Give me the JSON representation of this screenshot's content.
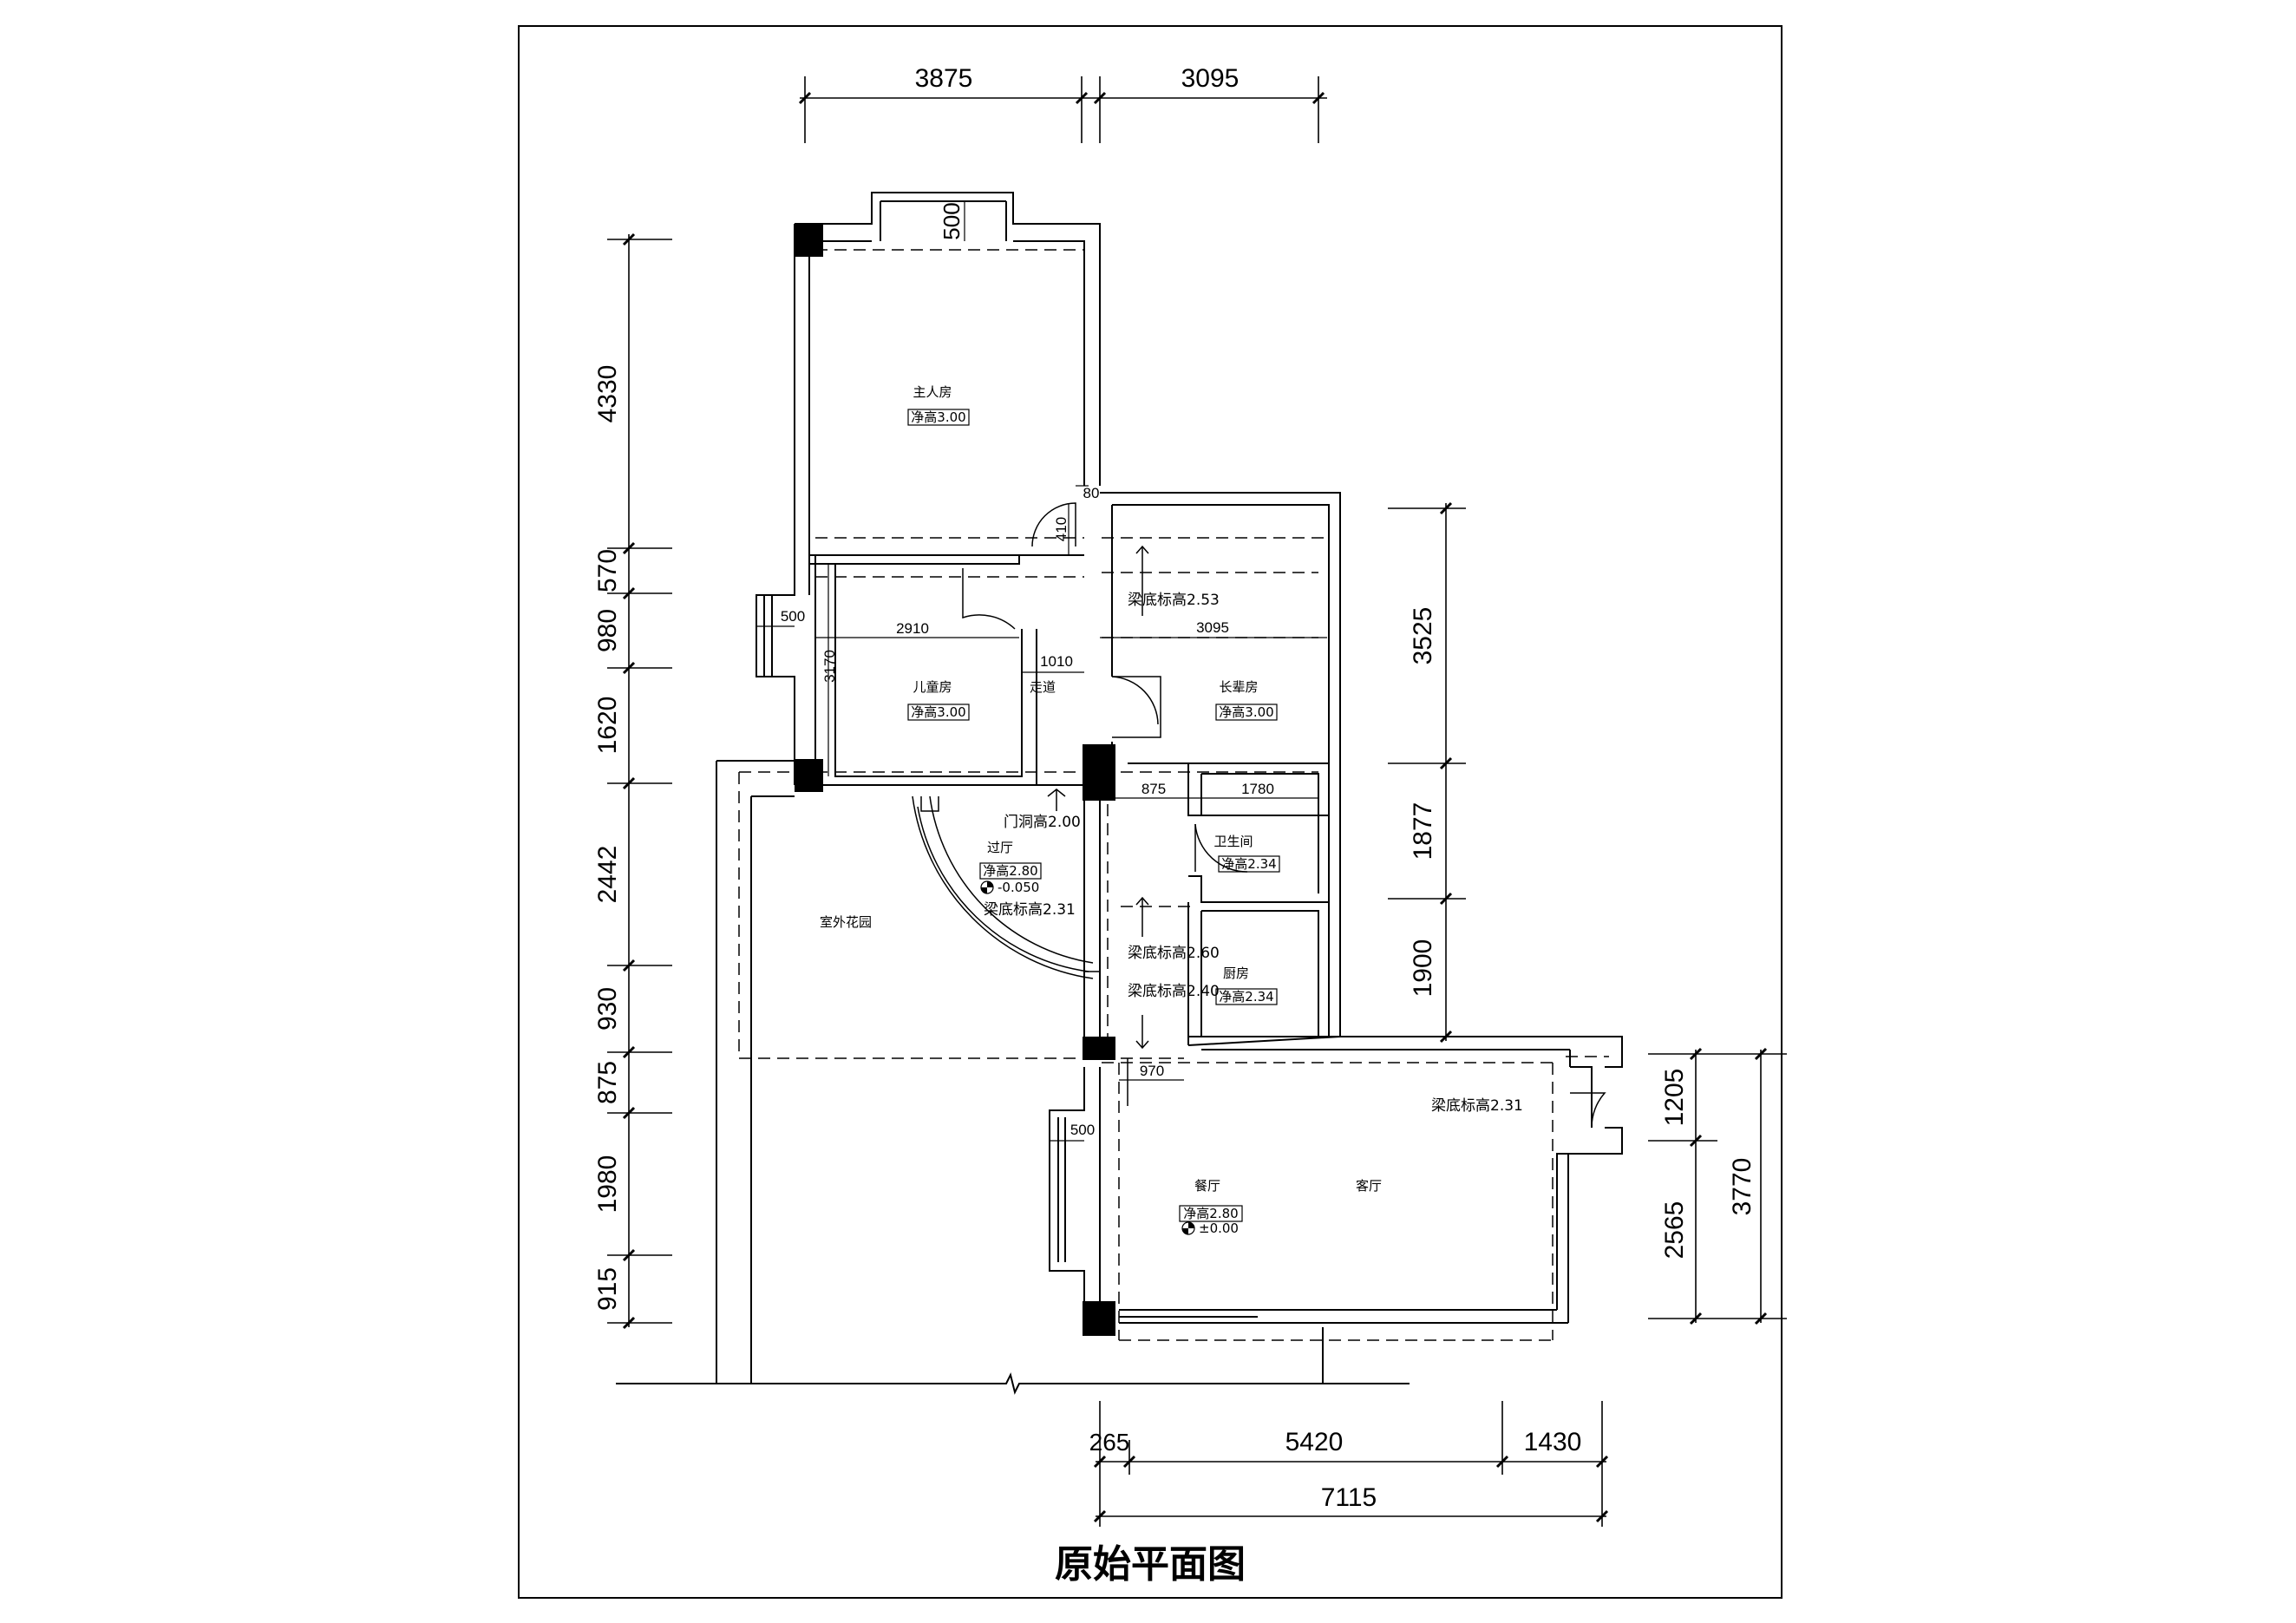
{
  "drawing_title": "原始平面图",
  "dimensions": {
    "top": [
      "3875",
      "3095"
    ],
    "left": [
      "4330",
      "570",
      "980",
      "1620",
      "2442",
      "930",
      "875",
      "1980",
      "915"
    ],
    "right_upper": [
      "3525",
      "1877",
      "1900"
    ],
    "right_lower": [
      "1205",
      "2565",
      "3770"
    ],
    "bottom_row1": [
      "265",
      "5420",
      "1430"
    ],
    "bottom_row2": [
      "7115"
    ],
    "internal": {
      "balcony_depth": "500",
      "small_80": "80",
      "small_410": "410",
      "child_bay": "500",
      "child_width": "2910",
      "child_depth": "3170",
      "corridor_width": "1010",
      "elder_width": "3095",
      "bath_left": "875",
      "bath_right": "1780",
      "kitchen_door": "970",
      "dining_bay": "500"
    }
  },
  "rooms": {
    "master": {
      "name": "主人房",
      "height": "净高3.00"
    },
    "child": {
      "name": "儿童房",
      "height": "净高3.00"
    },
    "corridor": {
      "name": "走道"
    },
    "elder": {
      "name": "长辈房",
      "height": "净高3.00"
    },
    "hall": {
      "name": "过厅",
      "height": "净高2.80",
      "level": "-0.050"
    },
    "garden": {
      "name": "室外花园"
    },
    "bath": {
      "name": "卫生间",
      "height": "净高2.34"
    },
    "kitchen": {
      "name": "厨房",
      "height": "净高2.34"
    },
    "dining": {
      "name": "餐厅",
      "height": "净高2.80",
      "level": "±0.00"
    },
    "living": {
      "name": "客厅"
    }
  },
  "annotations": {
    "beam_253": "梁底标高2.53",
    "door_height": "门洞高2.00",
    "beam_231_hall": "梁底标高2.31",
    "beam_260": "梁底标高2.60",
    "beam_240": "梁底标高2.40",
    "beam_231_living": "梁底标高2.31"
  }
}
